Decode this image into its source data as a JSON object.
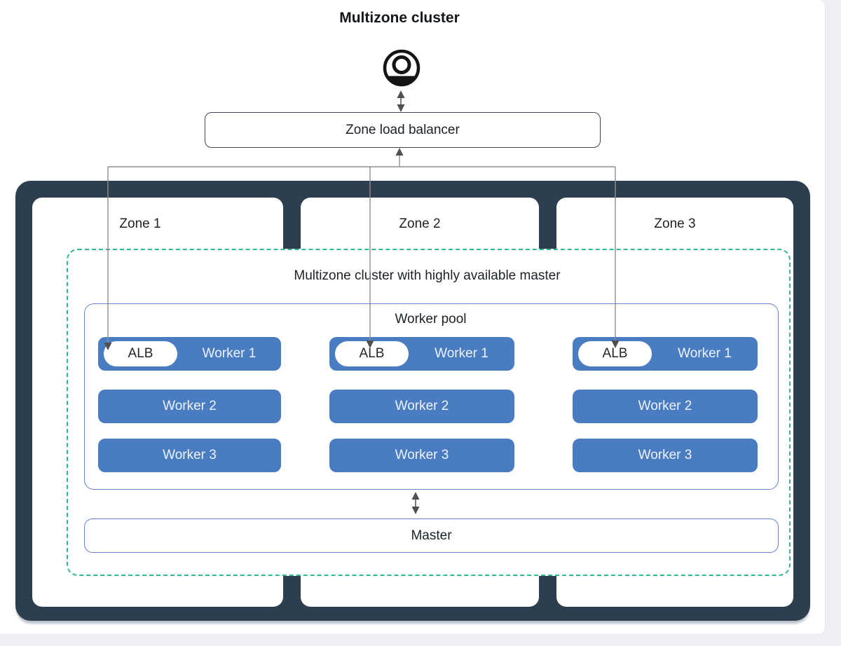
{
  "title": "Multizone cluster",
  "load_balancer": {
    "label": "Zone load balancer"
  },
  "zones": [
    {
      "label": "Zone 1"
    },
    {
      "label": "Zone 2"
    },
    {
      "label": "Zone 3"
    }
  ],
  "cluster_group": {
    "label": "Multizone cluster with highly available master"
  },
  "worker_pool": {
    "label": "Worker pool",
    "columns": [
      {
        "alb": "ALB",
        "workers": [
          "Worker 1",
          "Worker 2",
          "Worker 3"
        ]
      },
      {
        "alb": "ALB",
        "workers": [
          "Worker 1",
          "Worker 2",
          "Worker 3"
        ]
      },
      {
        "alb": "ALB",
        "workers": [
          "Worker 1",
          "Worker 2",
          "Worker 3"
        ]
      }
    ]
  },
  "master": {
    "label": "Master"
  },
  "icons": {
    "user": "user-icon",
    "arrows": [
      "double-arrow-icon",
      "up-arrow-icon",
      "down-arrow-icon"
    ]
  },
  "colors": {
    "frame_dark": "#2d3e4f",
    "worker_blue": "#4a7cc2",
    "group_dashed_teal": "#30b892",
    "pool_border_blue": "#6282d2",
    "connector_gray": "#8f8f8f",
    "arrowhead_gray": "#555555",
    "page_edge_gray": "#eef0f3"
  }
}
